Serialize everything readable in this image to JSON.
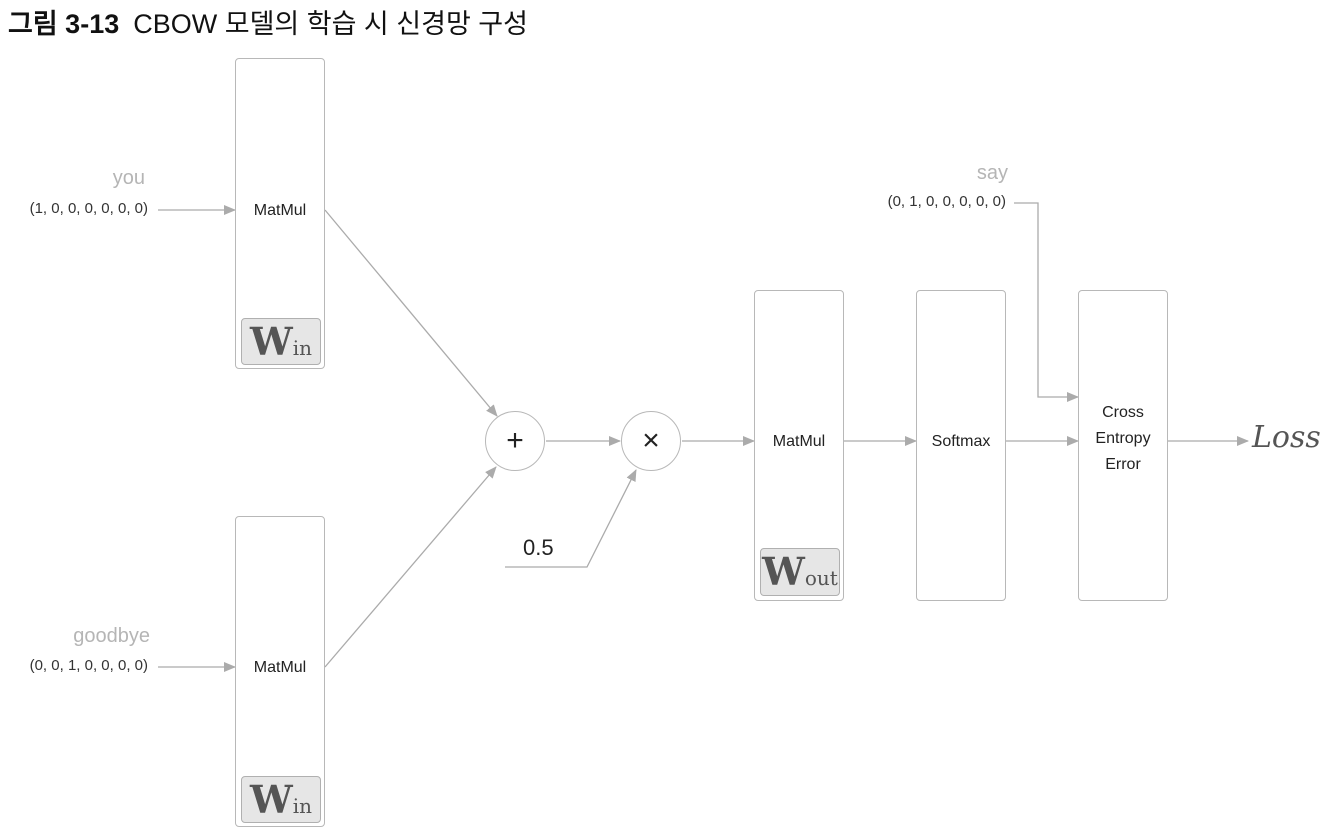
{
  "title": {
    "number": "그림 3-13",
    "text": "CBOW 모델의 학습 시 신경망 구성"
  },
  "inputs": [
    {
      "word": "you",
      "vector": "(1, 0, 0, 0, 0, 0, 0)"
    },
    {
      "word": "goodbye",
      "vector": "(0, 0, 1, 0, 0, 0, 0)"
    }
  ],
  "target": {
    "word": "say",
    "vector": "(0, 1, 0, 0, 0, 0, 0)"
  },
  "layers": {
    "matmul_in_top": {
      "label": "MatMul",
      "weight": "W",
      "weight_sub": "in"
    },
    "matmul_in_bottom": {
      "label": "MatMul",
      "weight": "W",
      "weight_sub": "in"
    },
    "add": {
      "symbol": "+"
    },
    "multiply": {
      "symbol": "×"
    },
    "constant": "0.5",
    "matmul_out": {
      "label": "MatMul",
      "weight": "W",
      "weight_sub": "out"
    },
    "softmax": {
      "label": "Softmax"
    },
    "cross_entropy": {
      "line1": "Cross",
      "line2": "Entropy",
      "line3": "Error"
    }
  },
  "output": "Loss",
  "colors": {
    "wire": "#ababab",
    "box_border": "#b8b8b8",
    "weight_fill": "#e6e6e6",
    "muted_text": "#b5b5b5"
  }
}
